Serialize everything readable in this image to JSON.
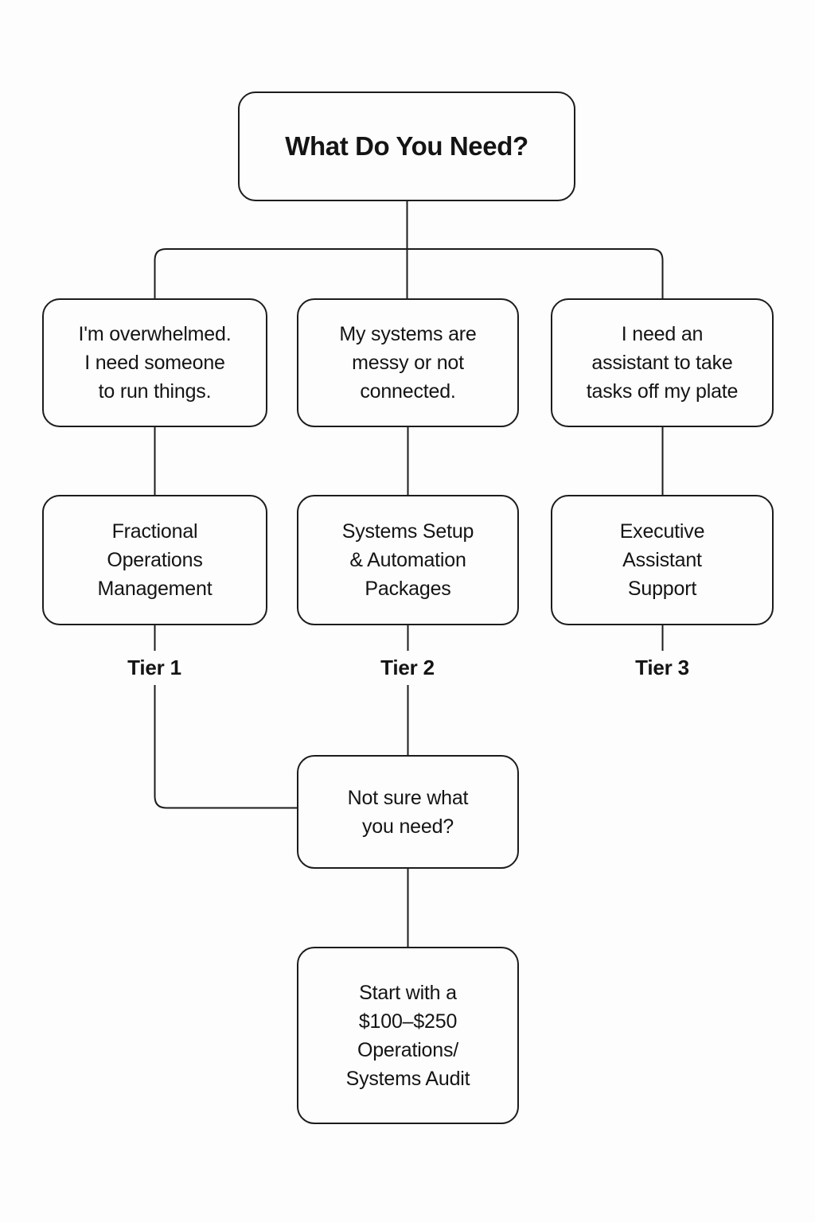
{
  "diagram": {
    "title": "What Do You Need?",
    "needs": [
      {
        "label": "I'm overwhelmed.\nI need someone\nto run things."
      },
      {
        "label": "My systems are\nmessy or not\nconnected."
      },
      {
        "label": "I need an\nassistant to take\ntasks off my plate"
      }
    ],
    "services": [
      {
        "label": "Fractional\nOperations\nManagement",
        "tier": "Tier 1"
      },
      {
        "label": "Systems Setup\n& Automation\nPackages",
        "tier": "Tier 2"
      },
      {
        "label": "Executive\nAssistant\nSupport",
        "tier": "Tier 3"
      }
    ],
    "fallback": {
      "label": "Not sure what\nyou need?"
    },
    "recommendation": {
      "label": "Start with a\n$100–$250\nOperations/\nSystems Audit"
    },
    "colors": {
      "line": "#1c1c1c",
      "text": "#141414",
      "background": "#fdfdfd"
    }
  }
}
